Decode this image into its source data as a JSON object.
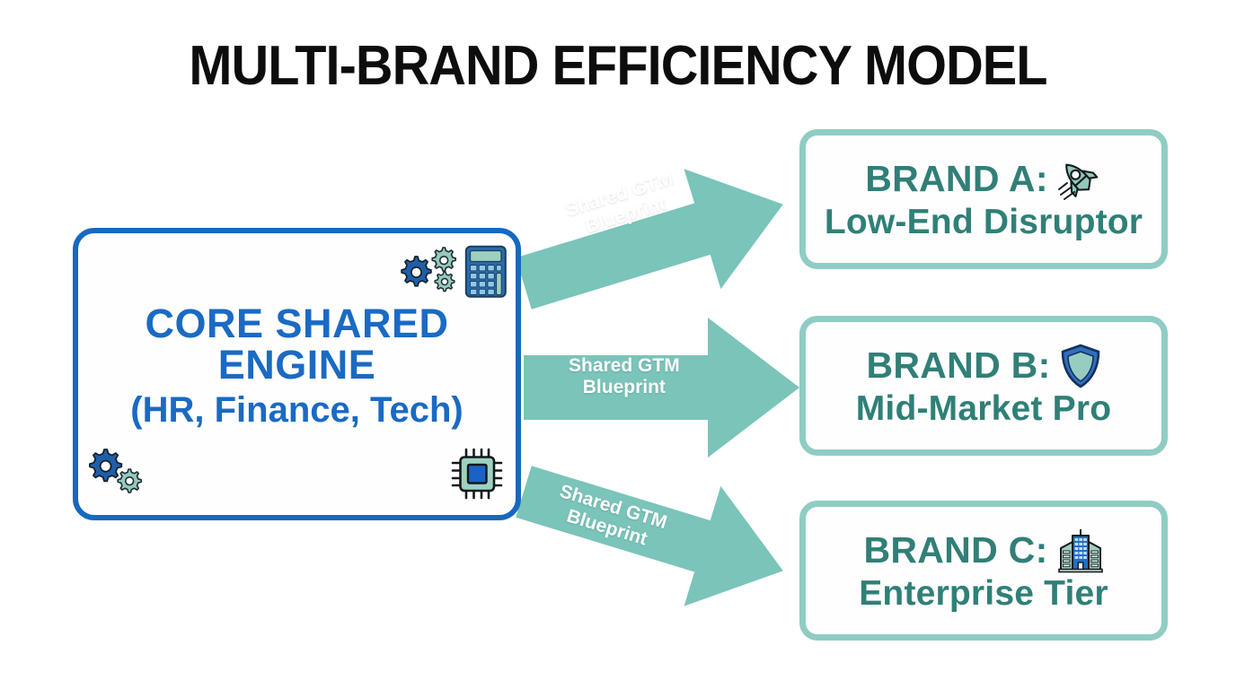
{
  "diagram": {
    "title": "MULTI-BRAND EFFICIENCY MODEL",
    "core": {
      "line1": "CORE SHARED",
      "line2": "ENGINE",
      "line3": "(HR, Finance, Tech)",
      "border_color": "#1569c0",
      "text_color": "#1a6ac4",
      "icons": [
        {
          "name": "gears-and-calculator-icon",
          "position": "top-right"
        },
        {
          "name": "gears-icon",
          "position": "bottom-left"
        },
        {
          "name": "microchip-icon",
          "position": "bottom-right"
        }
      ]
    },
    "arrows": [
      {
        "label_line1": "Shared GTM",
        "label_line2": "Blueprint",
        "target": "BRAND A",
        "direction": "up-right",
        "color": "#7ac4ba"
      },
      {
        "label_line1": "Shared GTM",
        "label_line2": "Blueprint",
        "target": "BRAND B",
        "direction": "right",
        "color": "#7ac4ba"
      },
      {
        "label_line1": "Shared GTM",
        "label_line2": "Blueprint",
        "target": "BRAND C",
        "direction": "down-right",
        "color": "#7ac4ba"
      }
    ],
    "brands": [
      {
        "line1": "BRAND A:",
        "line2": "Low-End Disruptor",
        "icon": "rocket-icon",
        "border_color": "#8fccc4",
        "text_color": "#2f8077"
      },
      {
        "line1": "BRAND B:",
        "line2": "Mid-Market Pro",
        "icon": "shield-icon",
        "border_color": "#8fccc4",
        "text_color": "#2f8077"
      },
      {
        "line1": "BRAND C:",
        "line2": "Enterprise Tier",
        "icon": "office-building-icon",
        "border_color": "#8fccc4",
        "text_color": "#2f8077"
      }
    ],
    "colors": {
      "background": "#ffffff",
      "accent_blue": "#1569c0",
      "accent_teal": "#7ac4ba",
      "brand_text": "#2f8077",
      "title": "#0d0d0d"
    }
  }
}
